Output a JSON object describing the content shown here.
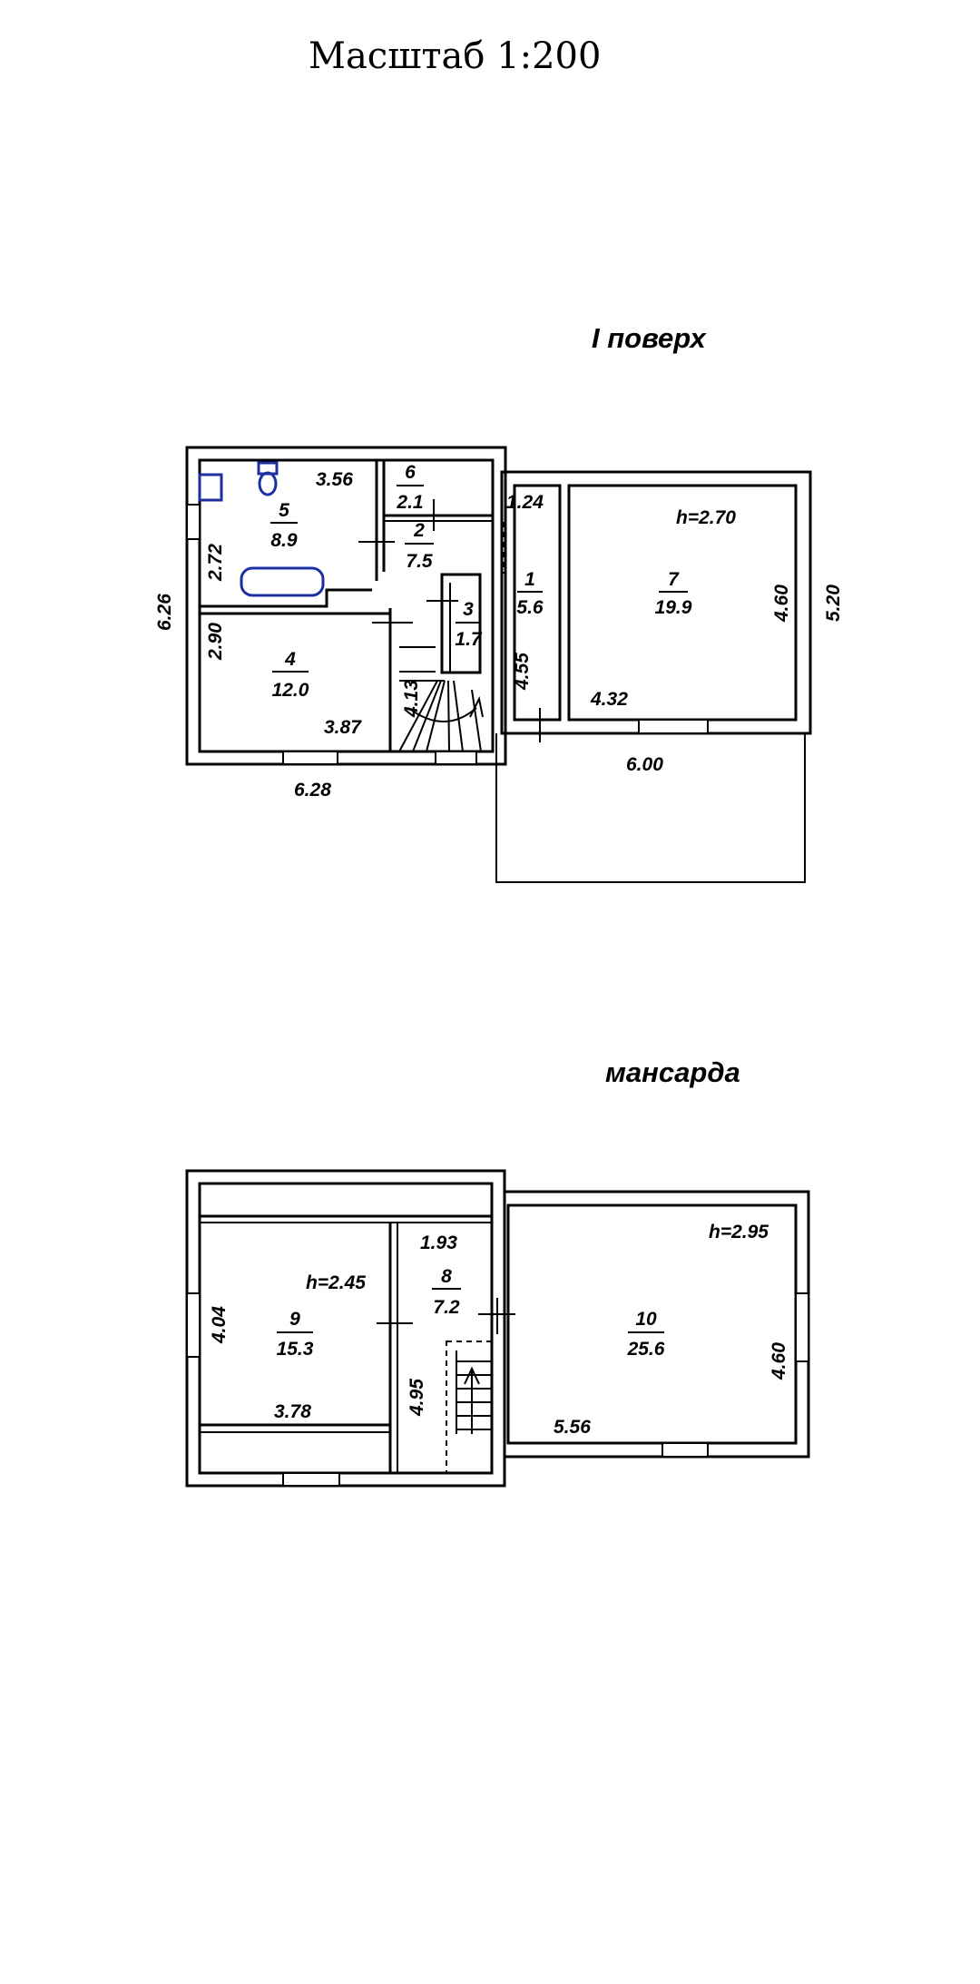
{
  "title": "Масштаб 1:200",
  "floors": [
    {
      "label": "I поверх",
      "rooms": [
        {
          "no": "1",
          "area": "5.6"
        },
        {
          "no": "2",
          "area": "7.5"
        },
        {
          "no": "3",
          "area": "1.7"
        },
        {
          "no": "4",
          "area": "12.0"
        },
        {
          "no": "5",
          "area": "8.9"
        },
        {
          "no": "6",
          "area": "2.1"
        },
        {
          "no": "7",
          "area": "19.9"
        }
      ],
      "dimensions": [
        "3.56",
        "1.24",
        "2.72",
        "6.26",
        "2.90",
        "3.87",
        "6.28",
        "4.55",
        "4.13",
        "4.32",
        "4.60",
        "5.20",
        "6.00"
      ],
      "heights": [
        "h=2.70"
      ]
    },
    {
      "label": "мансарда",
      "rooms": [
        {
          "no": "8",
          "area": "7.2"
        },
        {
          "no": "9",
          "area": "15.3"
        },
        {
          "no": "10",
          "area": "25.6"
        }
      ],
      "dimensions": [
        "1.93",
        "4.04",
        "3.78",
        "4.95",
        "5.56",
        "4.60"
      ],
      "heights": [
        "h=2.45",
        "h=2.95"
      ]
    }
  ]
}
